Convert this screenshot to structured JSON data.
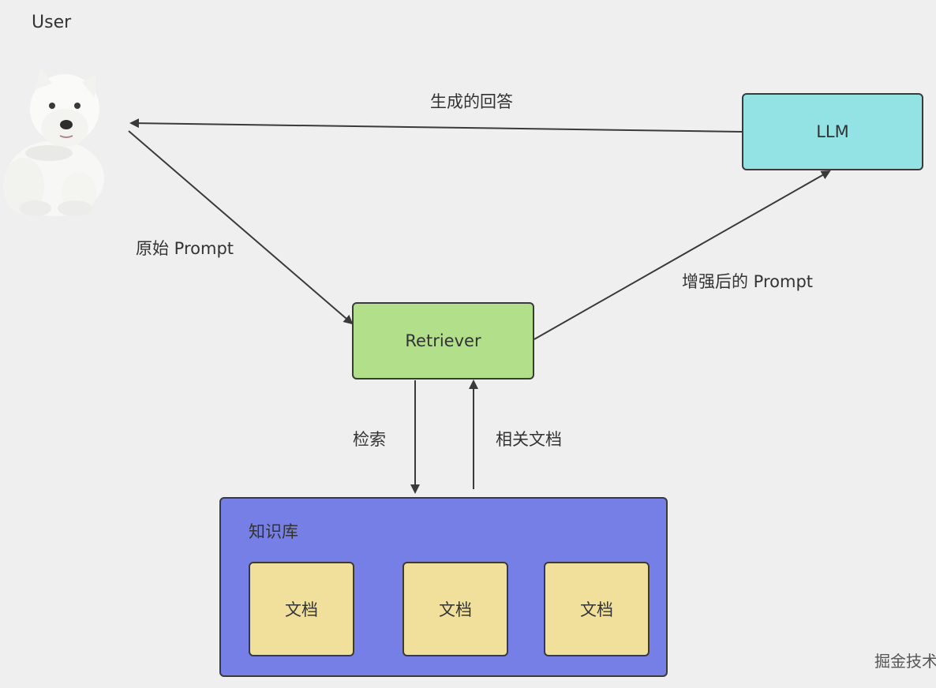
{
  "user": {
    "label": "User"
  },
  "llm": {
    "label": "LLM",
    "color": "#93e2e4"
  },
  "retriever": {
    "label": "Retriever",
    "color": "#b2e08a"
  },
  "knowledge_base": {
    "label": "知识库",
    "color": "#757fe6",
    "documents": [
      {
        "label": "文档"
      },
      {
        "label": "文档"
      },
      {
        "label": "文档"
      }
    ],
    "document_color": "#f0e09c"
  },
  "edges": {
    "generated_answer": "生成的回答",
    "original_prompt": "原始 Prompt",
    "augmented_prompt": "增强后的 Prompt",
    "retrieve": "检索",
    "related_docs": "相关文档"
  },
  "watermark": "掘金技术"
}
